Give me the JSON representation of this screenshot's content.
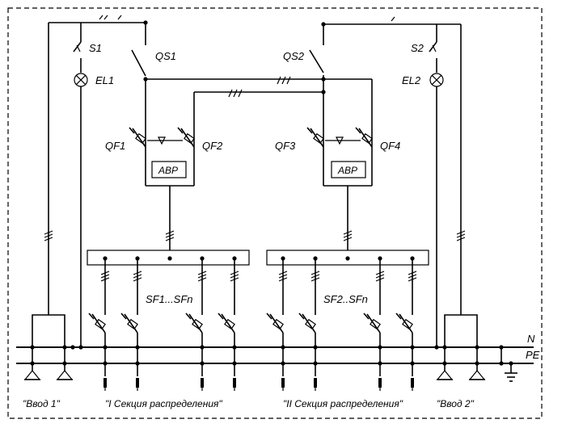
{
  "labels": {
    "s1": "S1",
    "s2": "S2",
    "el1": "EL1",
    "el2": "EL2",
    "qs1": "QS1",
    "qs2": "QS2",
    "qf1": "QF1",
    "qf2": "QF2",
    "qf3": "QF3",
    "qf4": "QF4",
    "avr": "АВР",
    "sf_group1": "SF1...SFn",
    "sf_group2": "SF2..SFn",
    "bus_n": "N",
    "bus_pe": "PE",
    "input1": "\"Ввод 1\"",
    "input2": "\"Ввод 2\"",
    "section1": "\"I Секция распределения\"",
    "section2": "\"II Секция распределения\""
  },
  "colors": {
    "line": "#000000",
    "background": "#ffffff"
  }
}
